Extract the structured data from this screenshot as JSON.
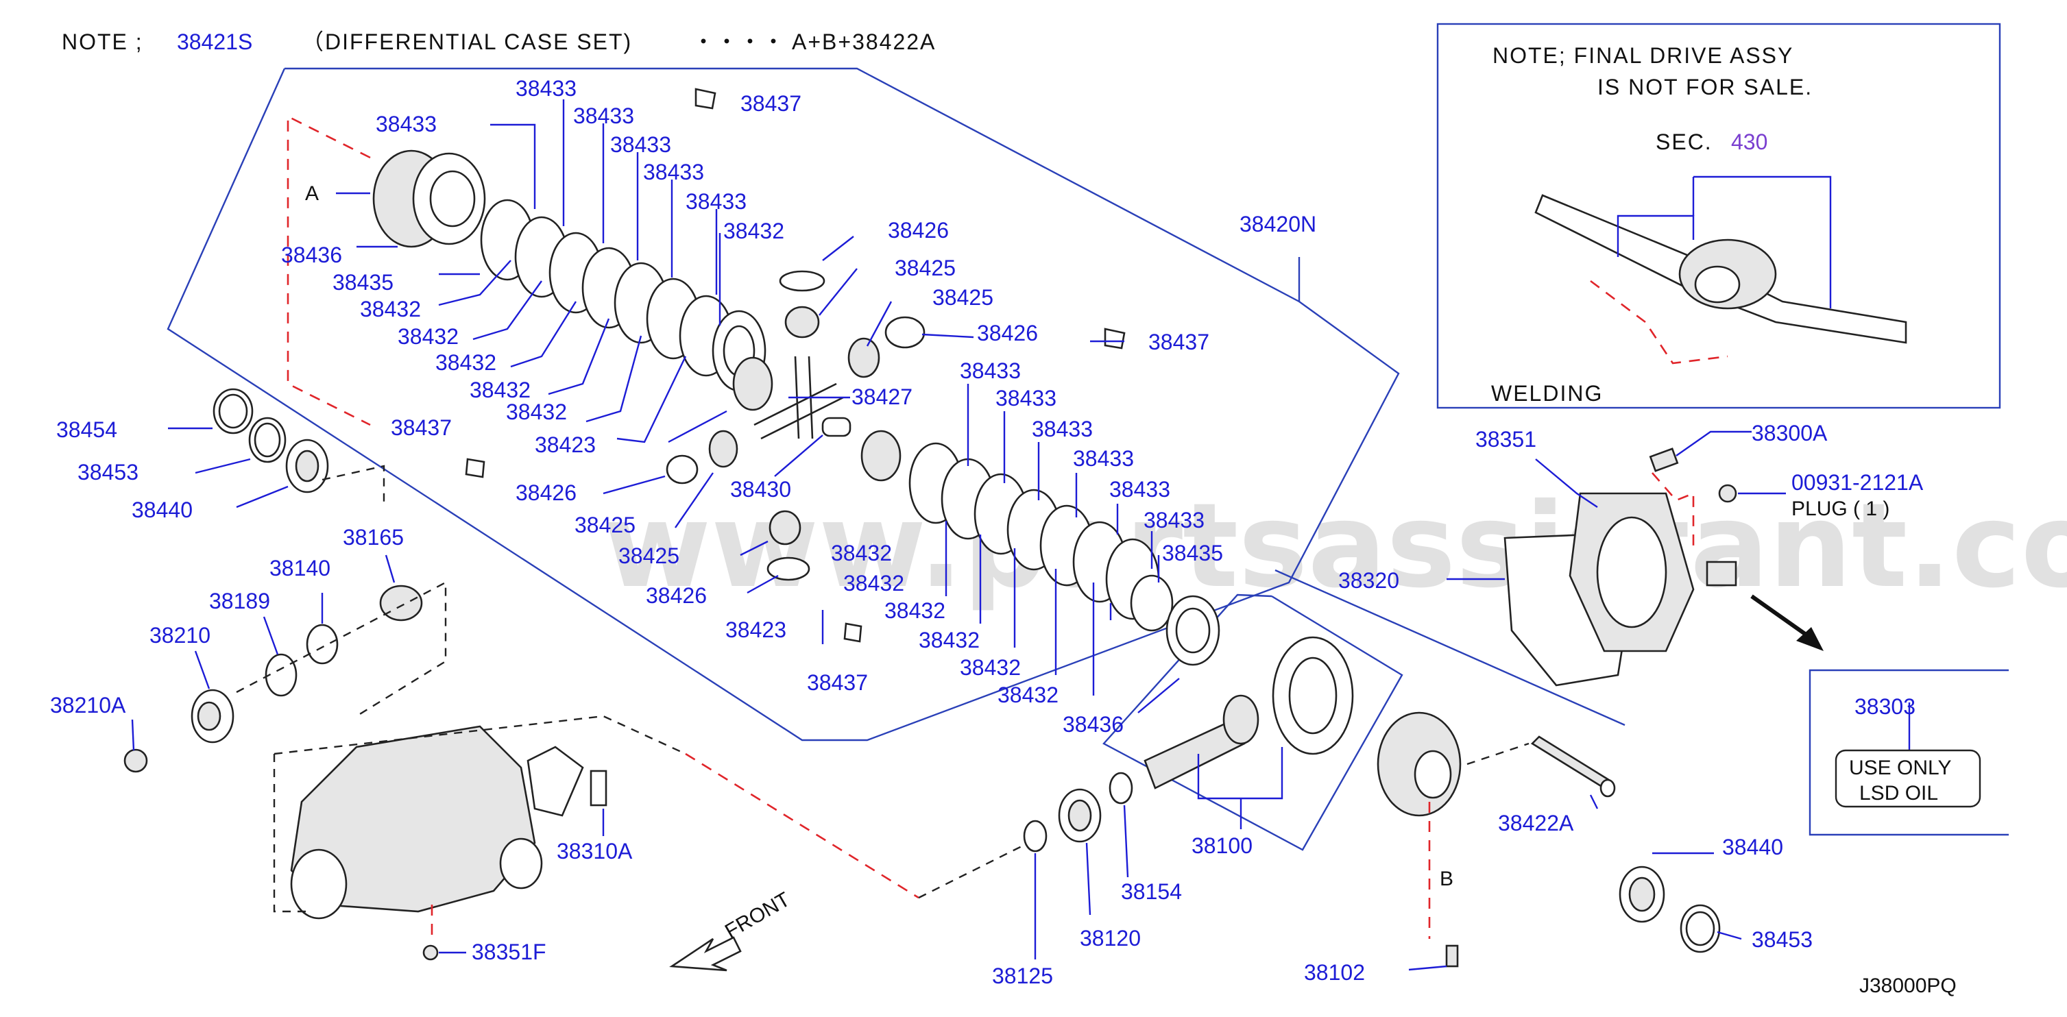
{
  "header": {
    "note_prefix": "NOTE ;",
    "note_part": "38421S",
    "note_desc": "（DIFFERENTIAL  CASE  SET)",
    "note_dots": "・・・・",
    "note_formula": "A+B+38422A"
  },
  "inset": {
    "note_line1": "NOTE;  FINAL  DRIVE  ASSY",
    "note_line2": "IS  NOT  FOR  SALE.",
    "sec_prefix": "SEC.",
    "sec_link": "430",
    "welding": "WELDING"
  },
  "oil_box": {
    "part": "38303",
    "line1": "USE  ONLY",
    "line2": "LSD  OIL"
  },
  "plug_label": "PLUG  ( 1 )",
  "front_label": "FRONT",
  "letters": {
    "a": "A",
    "b": "B"
  },
  "watermark": "www.partsassistant.com",
  "diagram_code": "J38000PQ",
  "part_numbers": {
    "p38433_1": "38433",
    "p38433_2": "38433",
    "p38433_3": "38433",
    "p38433_4": "38433",
    "p38433_5": "38433",
    "p38433_6": "38433",
    "p38437_1": "38437",
    "p38436_1": "38436",
    "p38435_1": "38435",
    "p38432_1": "38432",
    "p38432_2": "38432",
    "p38432_3": "38432",
    "p38432_4": "38432",
    "p38432_5": "38432",
    "p38432_6": "38432",
    "p38426_1": "38426",
    "p38425_1": "38425",
    "p38425_2": "38425",
    "p38426_2": "38426",
    "p38427": "38427",
    "p38423_1": "38423",
    "p38430": "38430",
    "p38426_3": "38426",
    "p38425_3": "38425",
    "p38425_4": "38425",
    "p38426_4": "38426",
    "p38420N": "38420N",
    "p38437_2": "38437",
    "p38437_3": "38437",
    "p38433_7": "38433",
    "p38433_8": "38433",
    "p38433_9": "38433",
    "p38433_10": "38433",
    "p38433_11": "38433",
    "p38433_12": "38433",
    "p38435_2": "38435",
    "p38432_7": "38432",
    "p38432_8": "38432",
    "p38432_9": "38432",
    "p38432_10": "38432",
    "p38432_11": "38432",
    "p38432_12": "38432",
    "p38423_2": "38423",
    "p38437_4": "38437",
    "p38436_2": "38436",
    "p38454": "38454",
    "p38453_1": "38453",
    "p38440_1": "38440",
    "p38165": "38165",
    "p38140": "38140",
    "p38189": "38189",
    "p38210": "38210",
    "p38210A": "38210A",
    "p38310A": "38310A",
    "p38351F": "38351F",
    "p38351": "38351",
    "p38300A": "38300A",
    "p00931": "00931-2121A",
    "p38320": "38320",
    "p38100": "38100",
    "p38154": "38154",
    "p38120": "38120",
    "p38125": "38125",
    "p38422A": "38422A",
    "p38440_2": "38440",
    "p38453_2": "38453",
    "p38102": "38102"
  }
}
